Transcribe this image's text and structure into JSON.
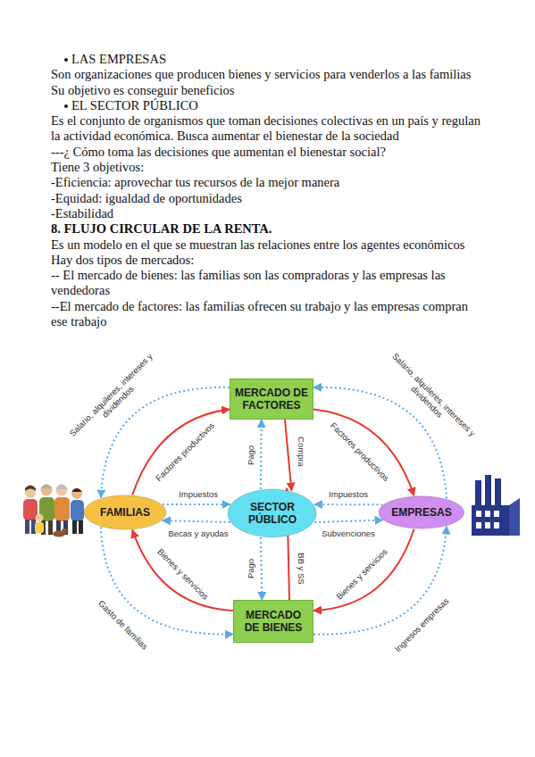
{
  "diagram": {
    "title": "8. FLUJO CIRCULAR DE LA RENTA.",
    "nodes": [
      {
        "text": [
          "MERCADO DE FACTORES"
        ]
      },
      {
        "text": [
          "FAMILIAS"
        ]
      },
      {
        "text": [
          "SECTOR PÚBLICO"
        ]
      },
      {
        "text": [
          "EMPRESAS"
        ]
      },
      {
        "text": [
          "MERCADO DE BIENES"
        ]
      }
    ],
    "edges": [
      {
        "from": 1,
        "to": 0,
        "label": "Factores productivos",
        "arrow": "to"
      },
      {
        "from": 0,
        "to": 3,
        "label": "Factores productivos",
        "arrow": "to"
      },
      {
        "from": 3,
        "to": 4,
        "label": "Bienes y servicios",
        "arrow": "to"
      },
      {
        "from": 4,
        "to": 1,
        "label": "Bienes y servicios",
        "arrow": "to"
      },
      {
        "from": 0,
        "to": 1,
        "label": "Salario, alquileres, intereses y dividendos",
        "arrow": "to"
      },
      {
        "from": 3,
        "to": 0,
        "label": "Salario, alquileres, intereses y dividendos",
        "arrow": "to"
      },
      {
        "from": 1,
        "to": 4,
        "label": "Gasto de familias",
        "arrow": "to"
      },
      {
        "from": 4,
        "to": 3,
        "label": "Ingresos empresas",
        "arrow": "to"
      },
      {
        "from": 1,
        "to": 2,
        "label": "Impuestos",
        "arrow": "to"
      },
      {
        "from": 2,
        "to": 1,
        "label": "Becas y ayudas",
        "arrow": "to"
      },
      {
        "from": 3,
        "to": 2,
        "label": "Impuestos",
        "arrow": "to"
      },
      {
        "from": 2,
        "to": 3,
        "label": "Subvenciones",
        "arrow": "to"
      },
      {
        "from": 2,
        "to": 0,
        "label": "Pago",
        "arrow": "to"
      },
      {
        "from": 0,
        "to": 2,
        "label": "Compra",
        "arrow": "to"
      },
      {
        "from": 2,
        "to": 4,
        "label": "Pago",
        "arrow": "to"
      },
      {
        "from": 4,
        "to": 2,
        "label": "BB y SS",
        "arrow": "both"
      }
    ],
    "labels": [
      "LAS EMPRESAS",
      "Son organizaciones que producen bienes y servicios para venderlos a las familias",
      "Su objetivo es conseguir beneficios",
      "EL SECTOR PÚBLICO",
      "Es el conjunto de organismos que toman decisiones colectivas en un país y regulan la actividad económica. Busca aumentar el bienestar de la sociedad",
      "---¿ Cómo toma las decisiones que aumentan el bienestar social?",
      "Tiene 3 objetivos:",
      "-Eficiencia: aprovechar tus recursos de la mejor manera",
      "-Equidad: igualdad de oportunidades",
      "-Estabilidad",
      "Es un modelo en el que se muestran las relaciones entre los agentes económicos",
      "Hay dos tipos de mercados:",
      "-- El mercado de bienes: las familias son las compradoras y las empresas las vendedoras",
      "--El mercado de factores: las familias ofrecen su trabajo y las empresas compran ese trabajo"
    ]
  }
}
